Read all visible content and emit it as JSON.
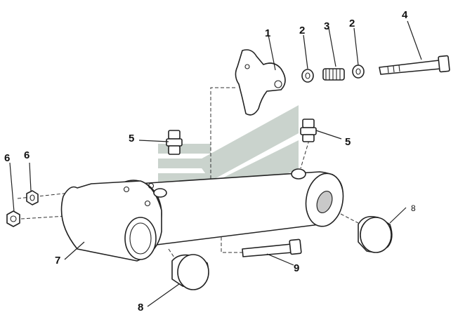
{
  "callouts": {
    "c1": "1",
    "c2a": "2",
    "c3": "3",
    "c2b": "2",
    "c4": "4",
    "c5a": "5",
    "c5b": "5",
    "c6a": "6",
    "c6b": "6",
    "c7": "7",
    "c8a": "8",
    "c8b": "8",
    "c9": "9"
  },
  "colors": {
    "watermark": "#c5cfc8",
    "line": "#222222"
  }
}
